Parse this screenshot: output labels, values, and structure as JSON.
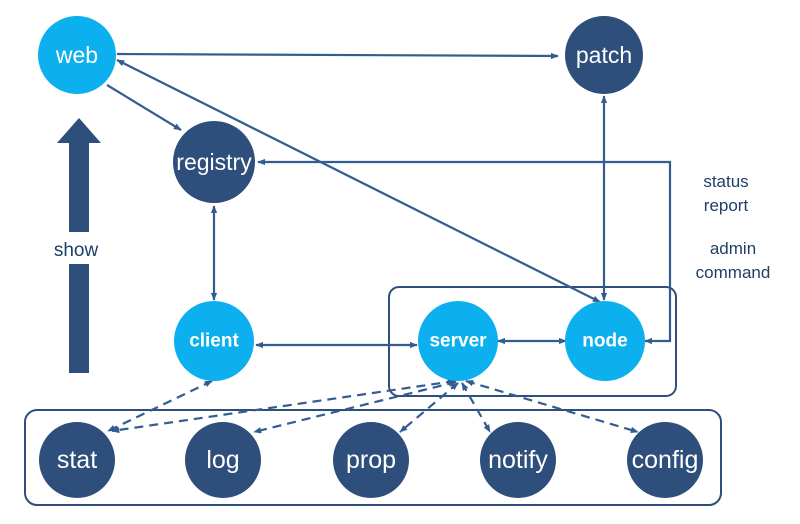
{
  "colors": {
    "light_node": "#0cb0ef",
    "dark_node": "#2e4e7b",
    "edge": "#335d91",
    "arrow_bar": "#2e4e7b",
    "text": "#1f3f66"
  },
  "labels": {
    "show": "show",
    "status": "status",
    "report": "report",
    "admin": "admin",
    "command": "command"
  },
  "nodes": {
    "web": "web",
    "patch": "patch",
    "registry": "registry",
    "client": "client",
    "server": "server",
    "node": "node",
    "stat": "stat",
    "log": "log",
    "prop": "prop",
    "notify": "notify",
    "config": "config"
  }
}
